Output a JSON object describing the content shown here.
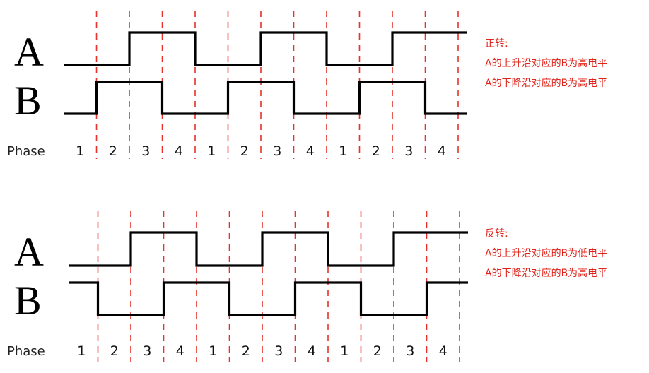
{
  "forward": {
    "signal_a_label": "A",
    "signal_b_label": "B",
    "phase_label": "Phase",
    "phases": [
      "1",
      "2",
      "3",
      "4",
      "1",
      "2",
      "3",
      "4",
      "1",
      "2",
      "3",
      "4"
    ],
    "a_levels": [
      0,
      0,
      1,
      1,
      0,
      0,
      1,
      1,
      0,
      0,
      1,
      1
    ],
    "b_levels": [
      0,
      1,
      1,
      0,
      0,
      1,
      1,
      0,
      0,
      1,
      1,
      0
    ],
    "note_title": "正转:",
    "note_line1": "A的上升沿对应的B为高电平",
    "note_line2": "A的下降沿对应的B为高电平"
  },
  "reverse": {
    "signal_a_label": "A",
    "signal_b_label": "B",
    "phase_label": "Phase",
    "phases": [
      "1",
      "2",
      "3",
      "4",
      "1",
      "2",
      "3",
      "4",
      "1",
      "2",
      "3",
      "4"
    ],
    "a_levels": [
      0,
      0,
      1,
      1,
      0,
      0,
      1,
      1,
      0,
      0,
      1,
      1
    ],
    "b_levels": [
      1,
      0,
      0,
      1,
      1,
      0,
      0,
      1,
      1,
      0,
      0,
      1
    ],
    "note_title": "反转:",
    "note_line1": "A的上升沿对应的B为低电平",
    "note_line2": "A的下降沿对应的B为高电平"
  },
  "colors": {
    "signal": "#000000",
    "guide": "#e8312a",
    "note_text": "#e0241b"
  }
}
